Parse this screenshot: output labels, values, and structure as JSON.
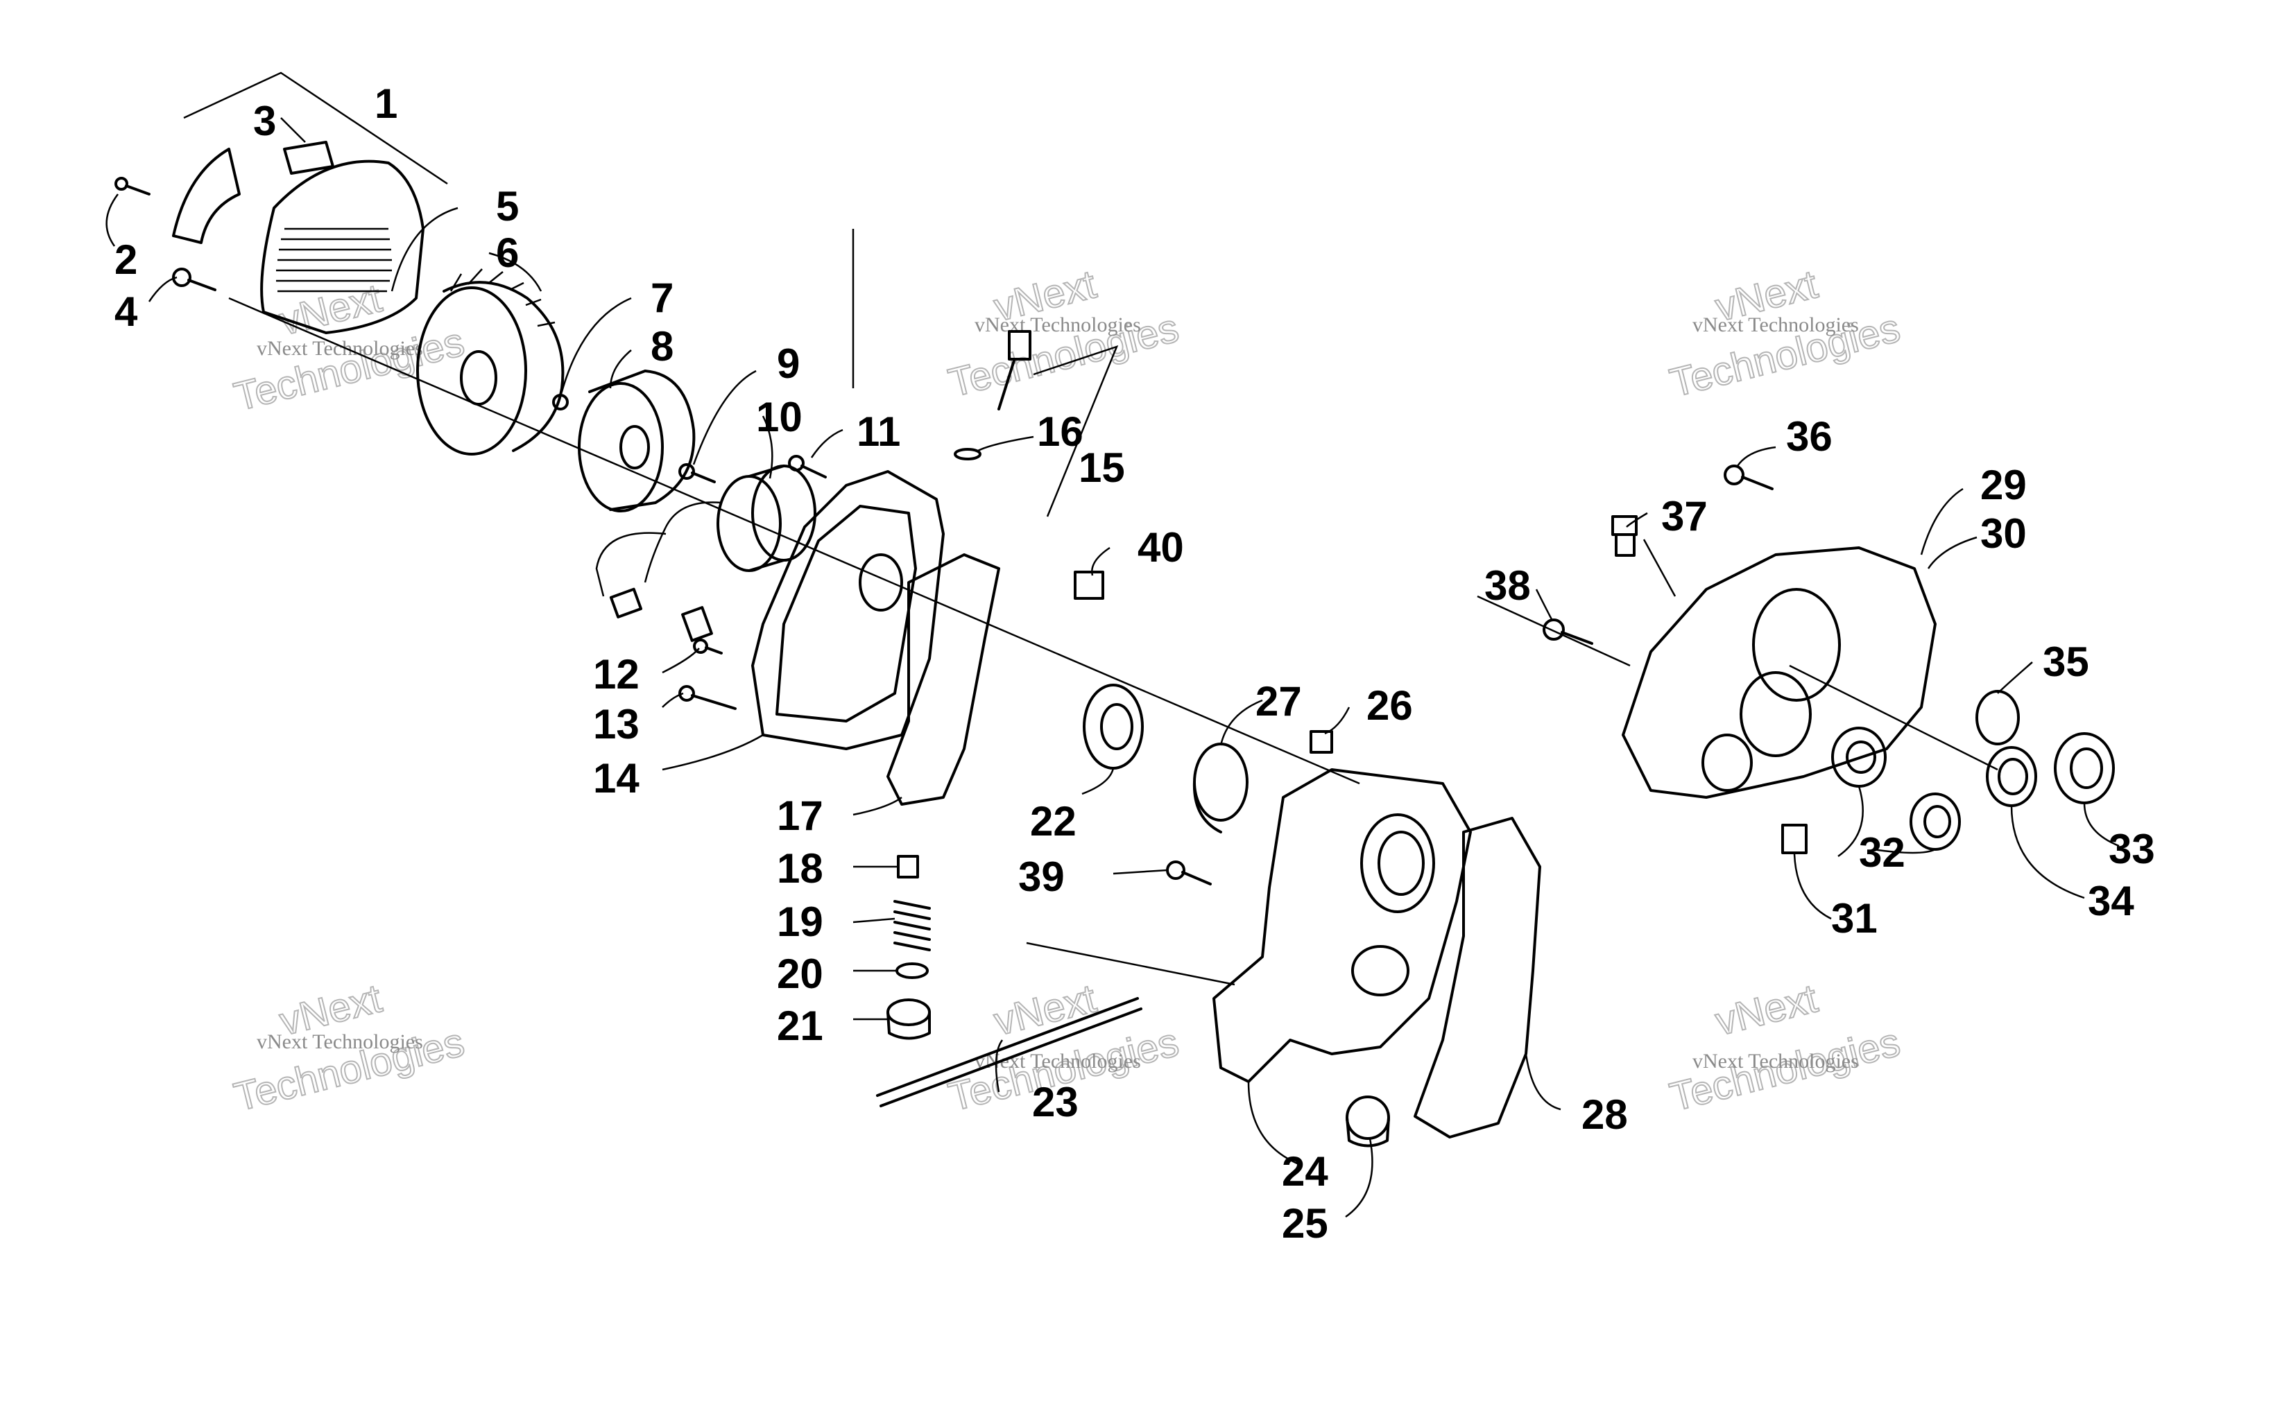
{
  "watermark": {
    "line1": "vNext",
    "line2": "Technologies",
    "small": "vNext Technologies"
  },
  "callouts": [
    "1",
    "2",
    "3",
    "4",
    "5",
    "6",
    "7",
    "8",
    "9",
    "10",
    "11",
    "12",
    "13",
    "14",
    "15",
    "16",
    "17",
    "18",
    "19",
    "20",
    "21",
    "22",
    "23",
    "24",
    "25",
    "26",
    "27",
    "28",
    "29",
    "30",
    "31",
    "32",
    "33",
    "34",
    "35",
    "36",
    "37",
    "38",
    "39",
    "40"
  ]
}
